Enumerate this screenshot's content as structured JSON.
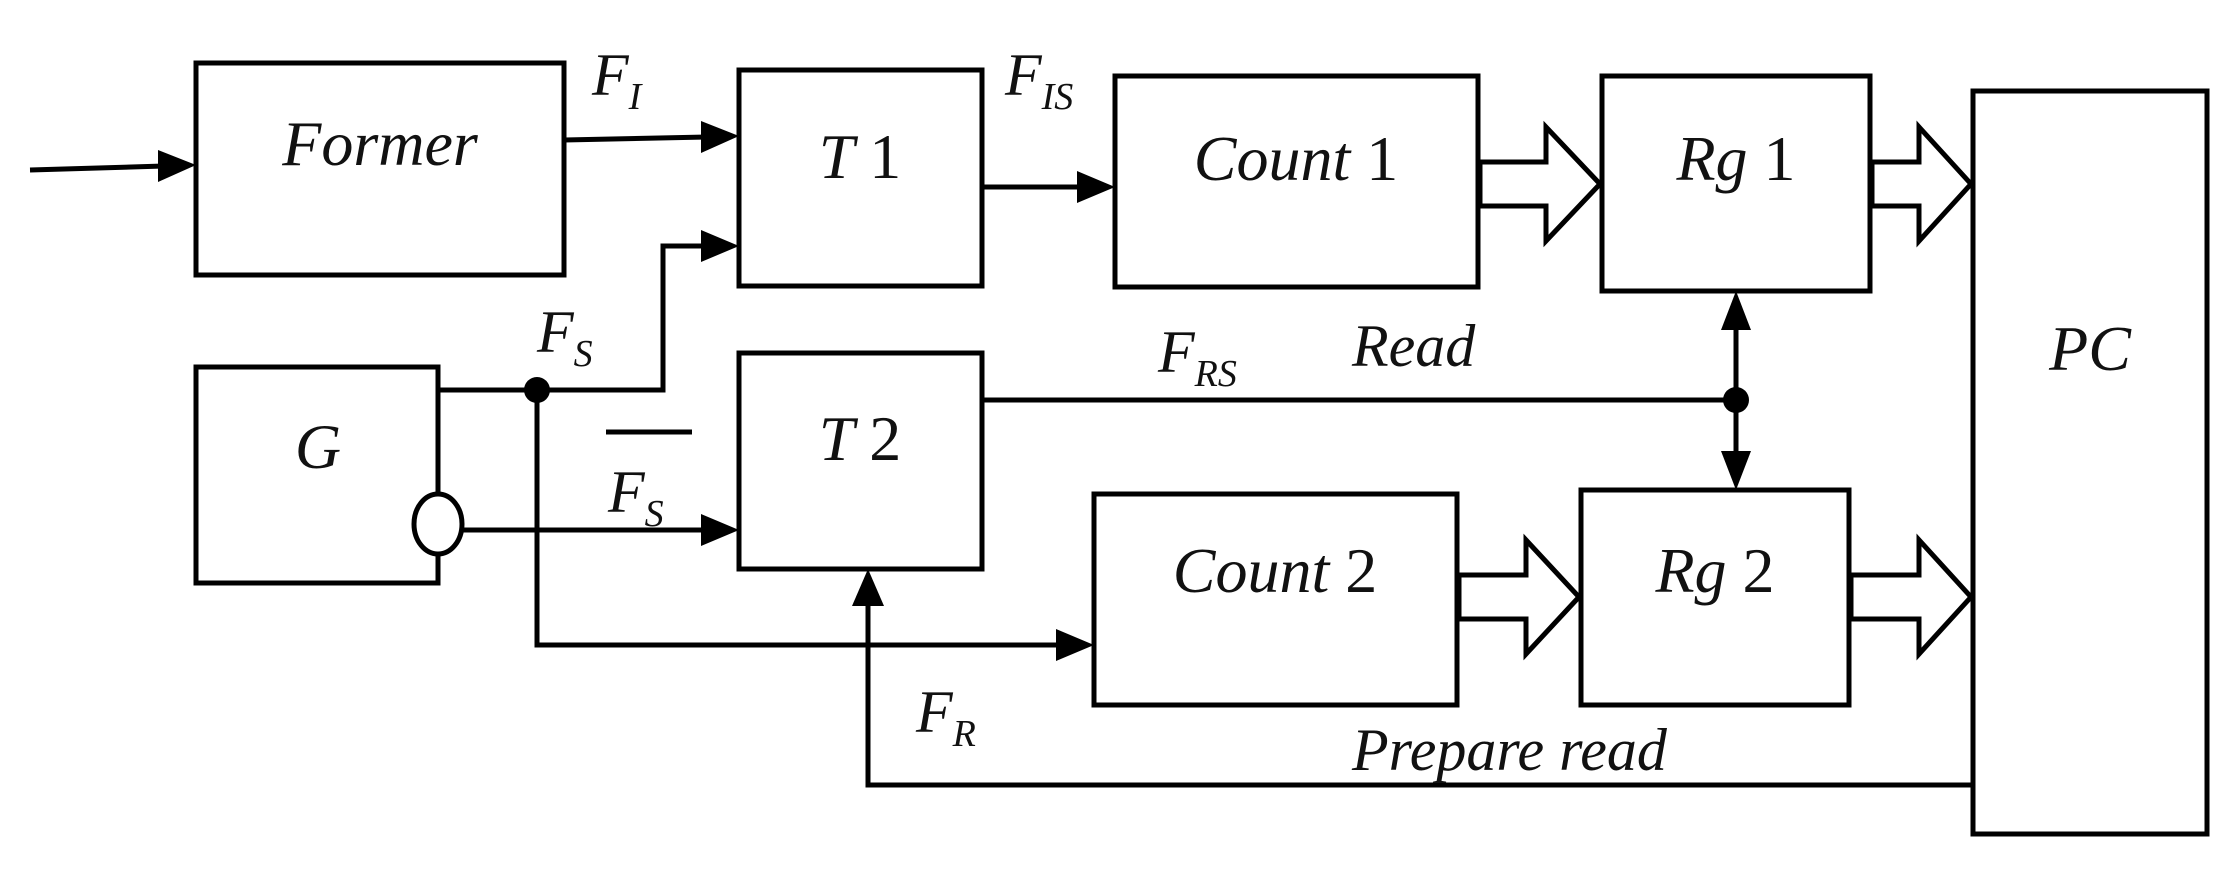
{
  "blocks": {
    "former": {
      "name": "Former"
    },
    "t1": {
      "name": "T",
      "num": "1"
    },
    "count1": {
      "name": "Count",
      "num": "1"
    },
    "rg1": {
      "name": "Rg",
      "num": "1"
    },
    "g": {
      "name": "G"
    },
    "t2": {
      "name": "T",
      "num": "2"
    },
    "count2": {
      "name": "Count",
      "num": "2"
    },
    "rg2": {
      "name": "Rg",
      "num": "2"
    },
    "pc": {
      "name": "PC"
    }
  },
  "signals": {
    "fi": {
      "main": "F",
      "sub": "I"
    },
    "fis": {
      "main": "F",
      "sub": "IS"
    },
    "fs": {
      "main": "F",
      "sub": "S"
    },
    "fs_bar": {
      "main": "F",
      "sub": "S"
    },
    "frs": {
      "main": "F",
      "sub": "RS"
    },
    "fr": {
      "main": "F",
      "sub": "R"
    },
    "read": "Read",
    "prepare_read": "Prepare read"
  }
}
